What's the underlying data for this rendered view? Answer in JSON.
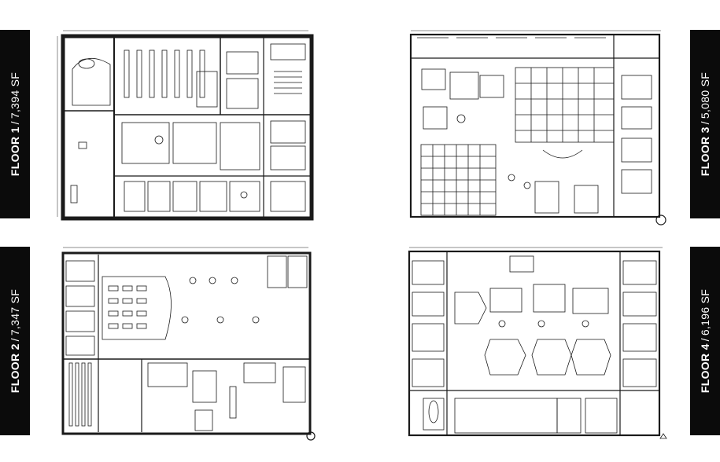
{
  "floors": [
    {
      "id": "floor1",
      "label": "FLOOR 1",
      "separator": "/",
      "area": "7,394 SF"
    },
    {
      "id": "floor2",
      "label": "FLOOR 2",
      "separator": "/",
      "area": "7,347 SF"
    },
    {
      "id": "floor3",
      "label": "FLOOR 3",
      "separator": "/",
      "area": "5,080 SF"
    },
    {
      "id": "floor4",
      "label": "FLOOR 4",
      "separator": "/",
      "area": "6,196 SF"
    }
  ],
  "colors": {
    "tab_background": "#0b0b0b",
    "tab_text": "#ffffff",
    "plan_line": "#1a1a1a"
  }
}
